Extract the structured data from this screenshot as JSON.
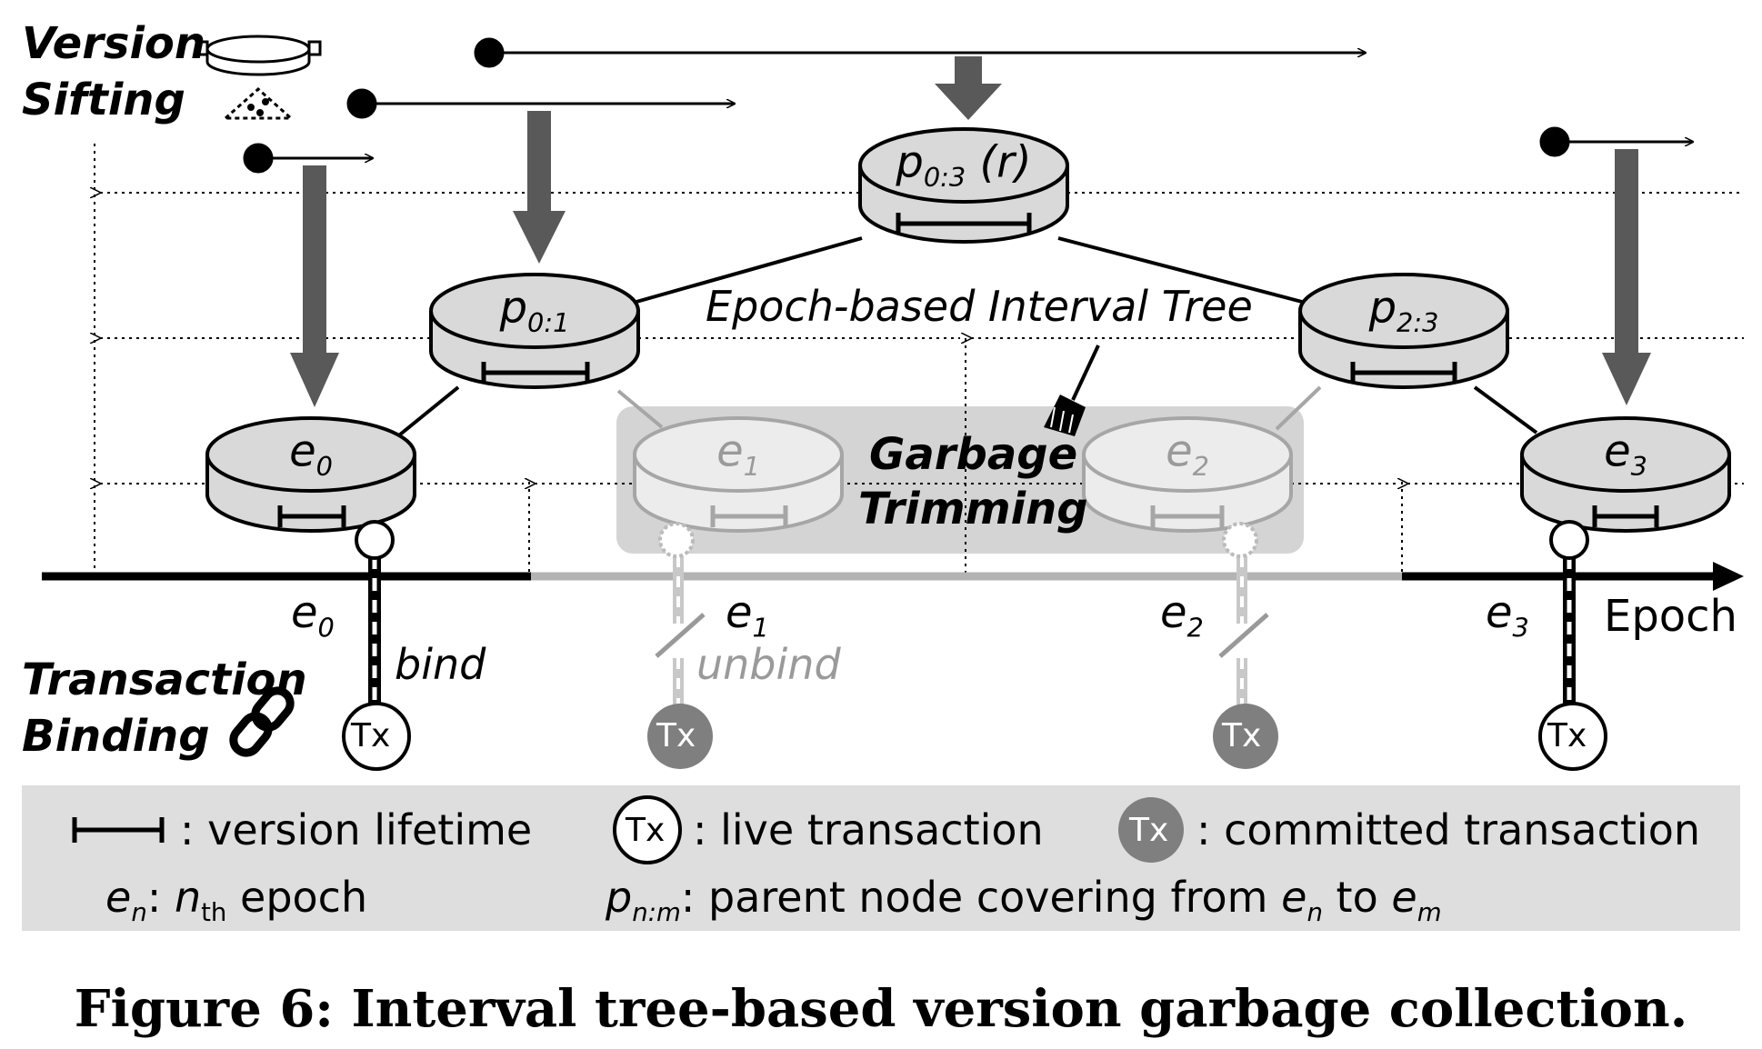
{
  "sections": {
    "sifting": "Version\nSifting",
    "sifting_line1": "Version",
    "sifting_line2": "Sifting",
    "binding_line1": "Transaction",
    "binding_line2": "Binding",
    "trimming_line1": "Garbage",
    "trimming_line2": "Trimming",
    "tree_label": "Epoch-based Interval Tree"
  },
  "nodes": {
    "root": {
      "base": "p",
      "sub": "0:3",
      "suffix": " (r)"
    },
    "p01": {
      "base": "p",
      "sub": "0:1"
    },
    "p23": {
      "base": "p",
      "sub": "2:3"
    },
    "e0": {
      "base": "e",
      "sub": "0"
    },
    "e1": {
      "base": "e",
      "sub": "1"
    },
    "e2": {
      "base": "e",
      "sub": "2"
    },
    "e3": {
      "base": "e",
      "sub": "3"
    }
  },
  "axis": {
    "label": "Epoch",
    "epochs": [
      {
        "base": "e",
        "sub": "0"
      },
      {
        "base": "e",
        "sub": "1"
      },
      {
        "base": "e",
        "sub": "2"
      },
      {
        "base": "e",
        "sub": "3"
      }
    ]
  },
  "binding": {
    "bind": "bind",
    "unbind": "unbind",
    "tx": "Tx"
  },
  "legend": {
    "lifetime": ": version lifetime",
    "live": ": live transaction",
    "committed": ": committed transaction",
    "epoch_sym": "e",
    "epoch_sub": "n",
    "epoch_text_pre": ": ",
    "epoch_n": "n",
    "epoch_th": "th",
    "epoch_text": " epoch",
    "parent_sym": "p",
    "parent_sub": "n:m",
    "parent_text": ": parent node covering from ",
    "parent_en": "e",
    "parent_en_sub": "n",
    "parent_to": " to ",
    "parent_em": "e",
    "parent_em_sub": "m",
    "tx": "Tx"
  },
  "caption": "Figure 6: Interval tree-based version garbage collection.",
  "colors": {
    "node_fill": "#d9d9d9",
    "node_faded": "#ececec",
    "faded_stroke": "#a6a6a6",
    "arrow_gray": "#595959",
    "committed_fill": "#7f7f7f",
    "trim_box": "#d4d4d4",
    "legend_bg": "#dedede"
  }
}
